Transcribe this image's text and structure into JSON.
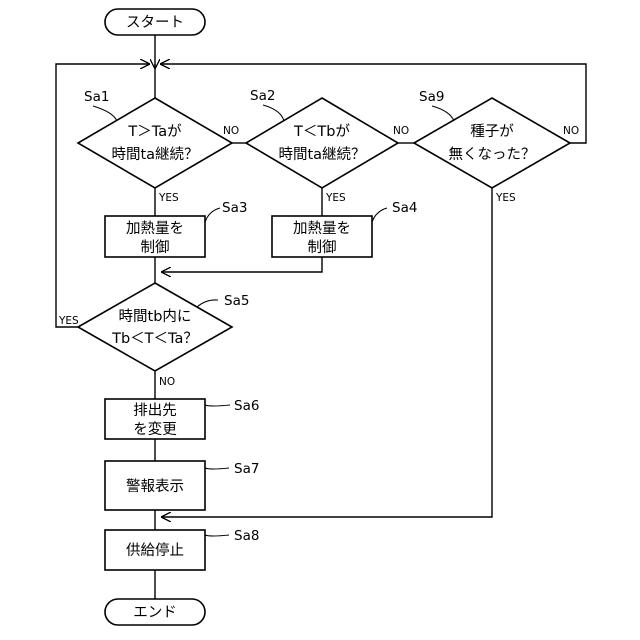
{
  "terminals": {
    "start": "スタート",
    "end": "エンド"
  },
  "decisions": {
    "sa1": {
      "label": "Sa1",
      "line1": "T＞Taが",
      "line2": "時間ta継続？"
    },
    "sa2": {
      "label": "Sa2",
      "line1": "T＜Tbが",
      "line2": "時間ta継続？"
    },
    "sa9": {
      "label": "Sa9",
      "line1": "種子が",
      "line2": "無くなった？"
    },
    "sa5": {
      "label": "Sa5",
      "line1": "時間tb内に",
      "line2": "Tb＜T＜Ta？"
    }
  },
  "processes": {
    "sa3": {
      "label": "Sa3",
      "line1": "加熱量を",
      "line2": "制御"
    },
    "sa4": {
      "label": "Sa4",
      "line1": "加熱量を",
      "line2": "制御"
    },
    "sa6": {
      "label": "Sa6",
      "line1": "排出先",
      "line2": "を変更"
    },
    "sa7": {
      "label": "Sa7",
      "line1": "警報表示"
    },
    "sa8": {
      "label": "Sa8",
      "line1": "供給停止"
    }
  },
  "branch_labels": {
    "yes": "YES",
    "no": "NO"
  }
}
